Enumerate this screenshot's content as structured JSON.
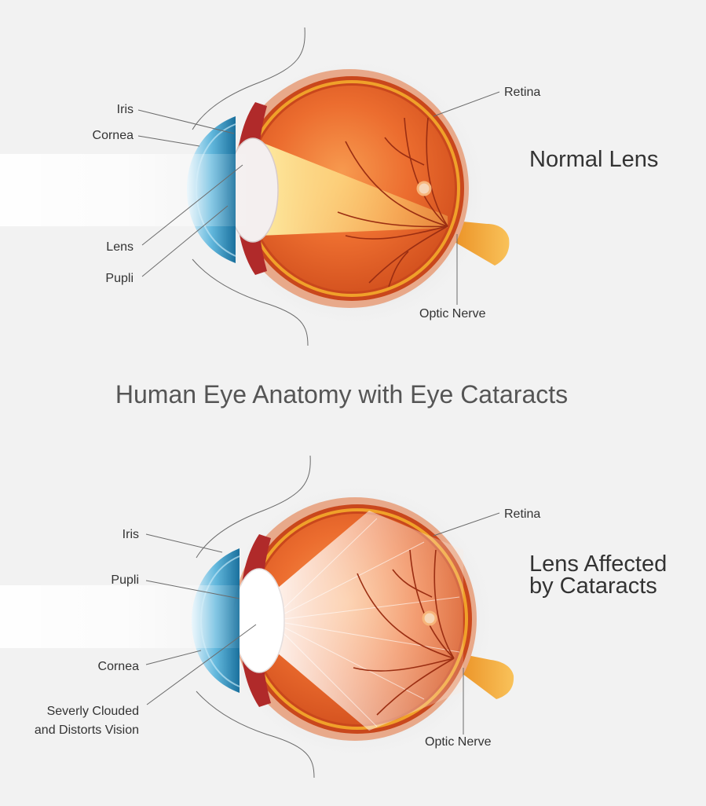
{
  "title": "Human Eye Anatomy with Eye Cataracts",
  "normal": {
    "heading": "Normal Lens",
    "labels": {
      "iris": "Iris",
      "cornea": "Cornea",
      "lens": "Lens",
      "pupil": "Pupli",
      "retina": "Retina",
      "optic_nerve": "Optic Nerve"
    }
  },
  "cataract": {
    "heading_line1": "Lens Affected",
    "heading_line2": "by Cataracts",
    "labels": {
      "iris": "Iris",
      "pupil": "Pupli",
      "cornea": "Cornea",
      "clouded_line1": "Severly Clouded",
      "clouded_line2": "and Distorts Vision",
      "retina": "Retina",
      "optic_nerve": "Optic Nerve"
    }
  },
  "colors": {
    "background": "#f2f2f2",
    "eyeball": "#e8632a",
    "sclera_rim": "#c9471c",
    "retina_line": "#f0a12a",
    "cornea": "#1a7fb0",
    "lens": "#f7f3f2",
    "optic_nerve": "#f4a32a",
    "text": "#333333",
    "title": "#555555"
  }
}
